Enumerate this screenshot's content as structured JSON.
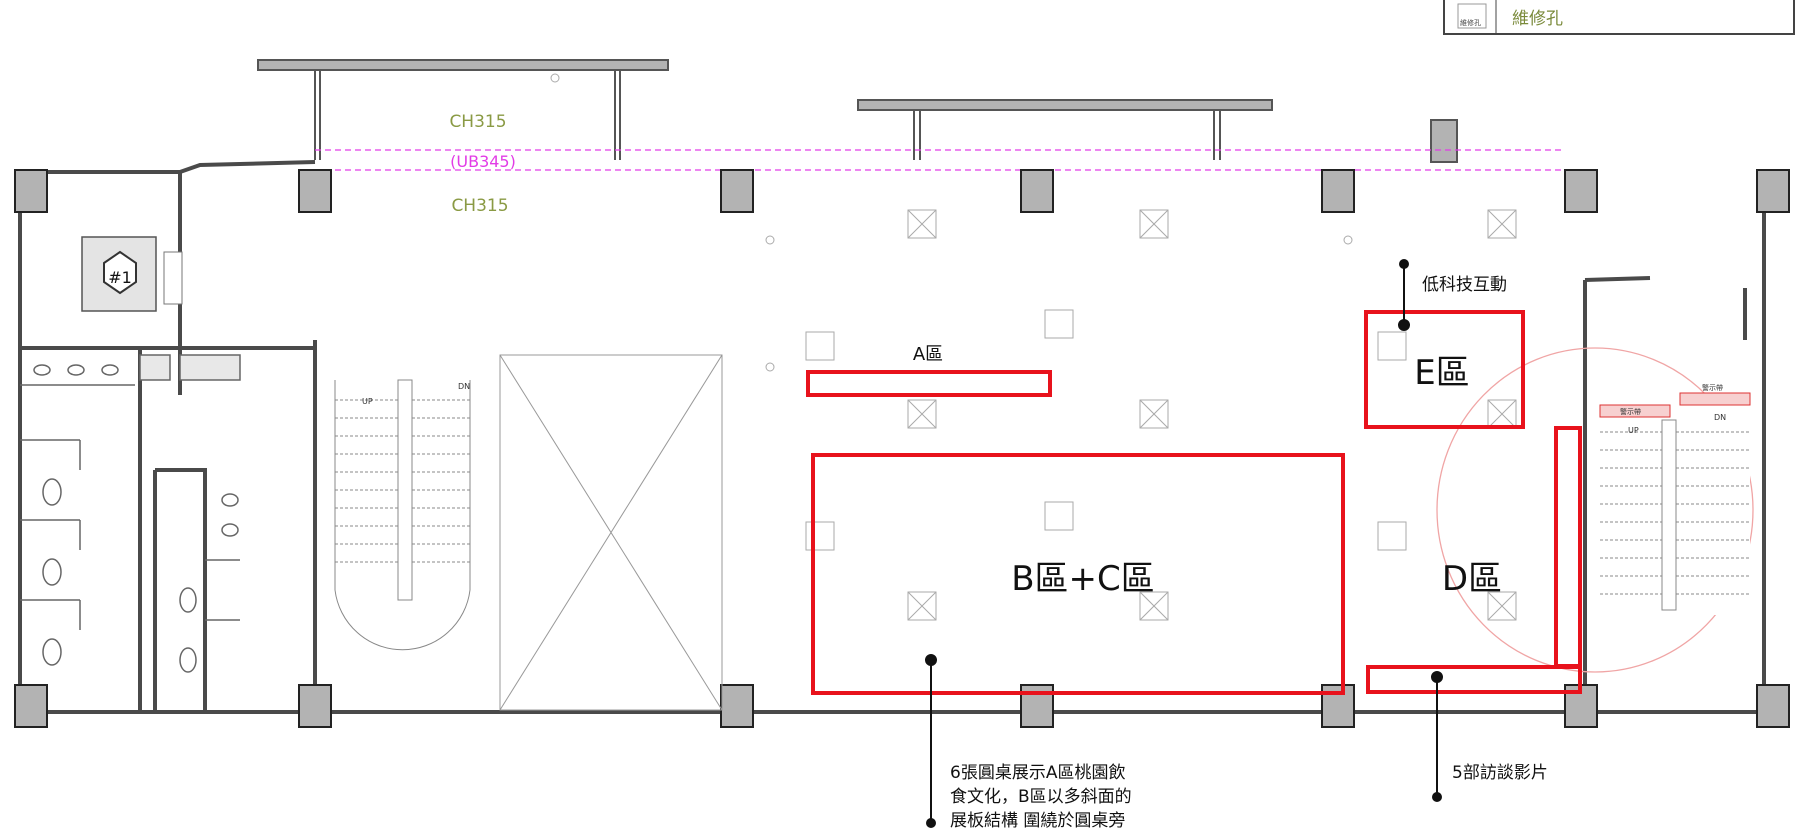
{
  "legend": {
    "item_label": "維修孔",
    "symbol_text": "維修孔"
  },
  "ceiling": {
    "ch_top": "CH315",
    "ub": "(UB345)",
    "ch_bottom": "CH315"
  },
  "elevator": {
    "label": "#1"
  },
  "stairs": {
    "left_up": "UP",
    "left_dn": "DN",
    "right_up": "UP",
    "right_dn": "DN",
    "warning_label": "警示帶"
  },
  "zones": {
    "a": "A區",
    "bc": "B區+C區",
    "d": "D區",
    "e": "E區"
  },
  "annotations": {
    "low_tech": "低科技互動",
    "tables_line1": "6張圓桌展示A區桃園飲",
    "tables_line2": "食文化，B區以多斜面的",
    "tables_line3": "展板結構 圍繞於圓桌旁",
    "videos": "5部訪談影片"
  },
  "colors": {
    "zone_outline": "#e8121c",
    "wall": "#4a4a4a",
    "column_fill": "#b3b3b3",
    "ceiling_label": "#8a9a44",
    "beam_line": "#e23ce6"
  }
}
